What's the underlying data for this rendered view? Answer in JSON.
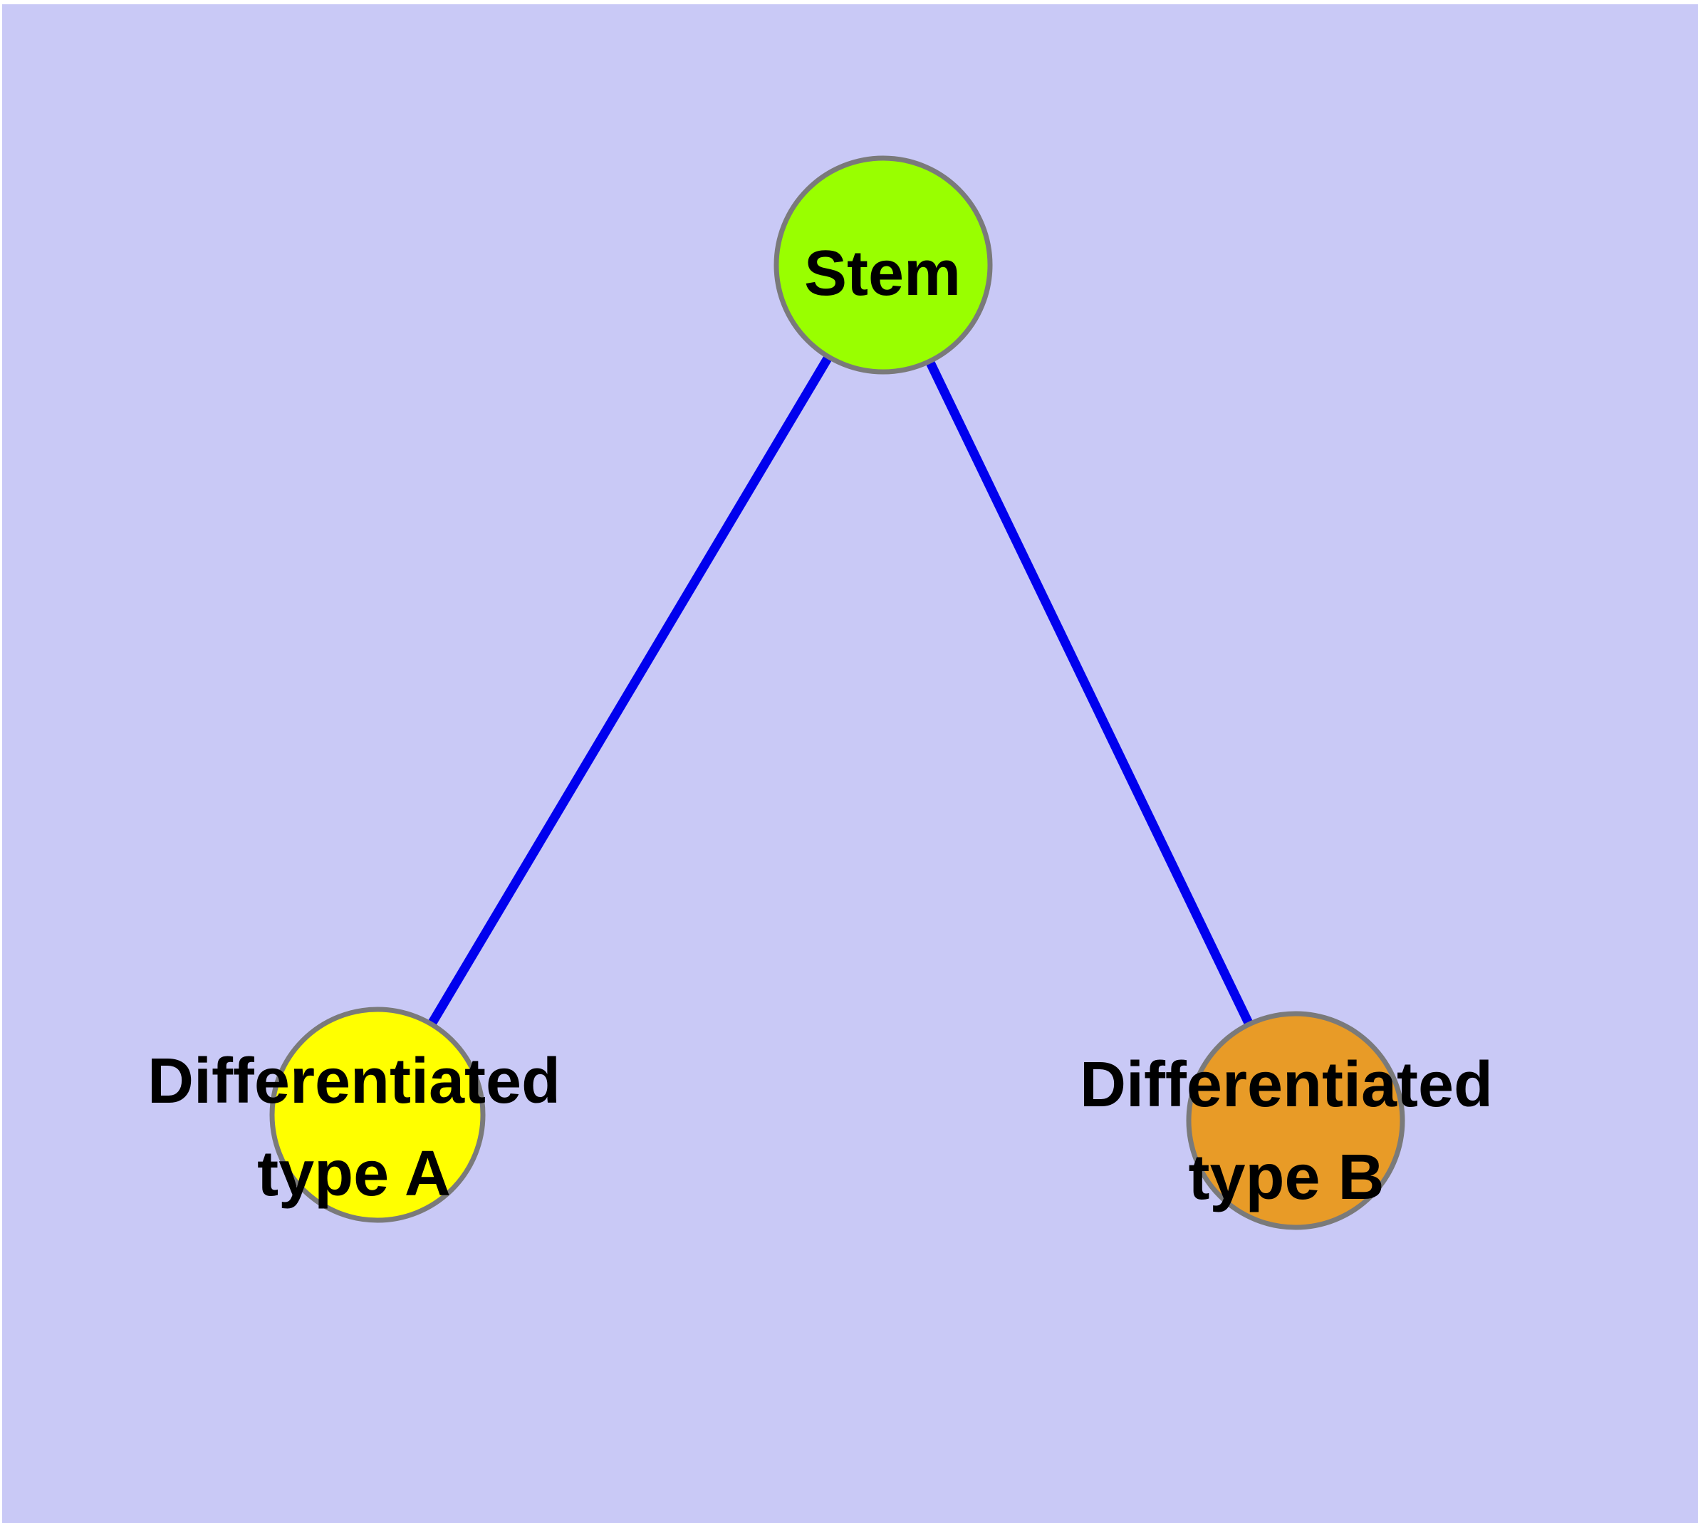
{
  "diagram": {
    "type": "graph",
    "description": "Stem cell differentiation graph with one root node and two differentiated child nodes",
    "colors": {
      "page_background": "#ffffff",
      "canvas_background": "#c9c9f6",
      "edge": "#0000ee",
      "node_border": "#7a7a7a",
      "label": "#000000"
    },
    "nodes": [
      {
        "id": "stem",
        "label": "Stem",
        "fill": "#99ff00"
      },
      {
        "id": "differentiated-type-a",
        "label_line1": "Differentiated",
        "label_line2": "type A",
        "fill": "#ffff00"
      },
      {
        "id": "differentiated-type-b",
        "label_line1": "Differentiated",
        "label_line2": "type B",
        "fill": "#e89b27"
      }
    ],
    "edges": [
      {
        "from": "stem",
        "to": "differentiated-type-a"
      },
      {
        "from": "stem",
        "to": "differentiated-type-b"
      }
    ]
  }
}
